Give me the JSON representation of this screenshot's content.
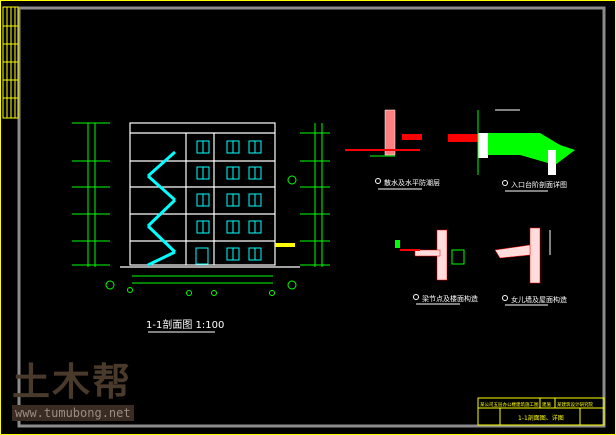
{
  "main_title": "1-1剖面图 1:100",
  "details": [
    {
      "label": "散水及水平防潮层"
    },
    {
      "label": "入口台阶剖面详图"
    },
    {
      "label": "梁节点及楼面构造"
    },
    {
      "label": "女儿墙及屋面构造"
    }
  ],
  "title_block": {
    "project": "某公司五层办公楼建筑施工图",
    "type": "建施",
    "unit": "某建筑设计研究院",
    "sheet_name": "1-1剖面图、详图"
  },
  "watermark": {
    "logo": "土木帮",
    "url": "www.tumubong.net"
  },
  "colors": {
    "background": "#000000",
    "frame": "#8c8c8c",
    "border": "#ffff00",
    "building": "#ffffff",
    "windows": "#00ffff",
    "dimensions": "#00ff00",
    "section": "#ff0000"
  }
}
